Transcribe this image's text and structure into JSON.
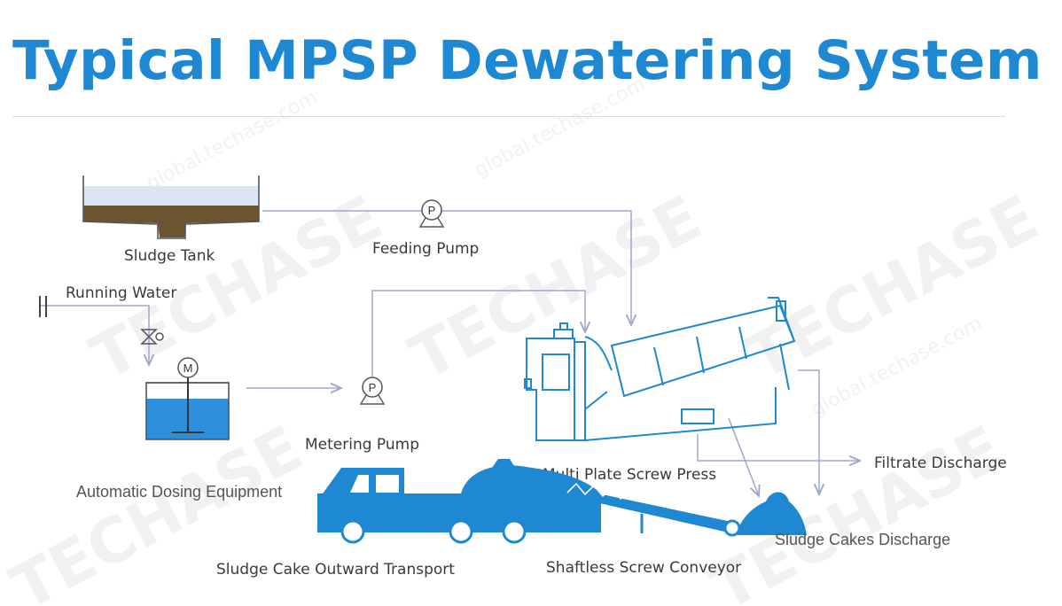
{
  "title": "Typical MPSP Dewatering System",
  "labels": {
    "sludge_tank": "Sludge Tank",
    "feeding_pump": "Feeding Pump",
    "running_water": "Running Water",
    "metering_pump": "Metering Pump",
    "automatic_dosing": "Automatic Dosing Equipment",
    "multi_plate_screw_press": "Multi  Plate Screw Press",
    "filtrate_discharge": "Filtrate Discharge",
    "sludge_cakes_discharge": "Sludge Cakes Discharge",
    "sludge_cake_outward_transport": "Sludge Cake Outward Transport",
    "shaftless_screw_conveyor": "Shaftless Screw Conveyor"
  },
  "symbols": {
    "pump": "P",
    "motor": "M"
  },
  "watermark": {
    "brand": "TECHASE",
    "url": "global.techase.com"
  },
  "colors": {
    "title": "#1e88d2",
    "equipment_blue": "#1e88d2",
    "line": "#9fa8cc",
    "sludge": "#6b5530",
    "water_light": "#dbe6f4",
    "dosing_water": "#2e8fda"
  }
}
